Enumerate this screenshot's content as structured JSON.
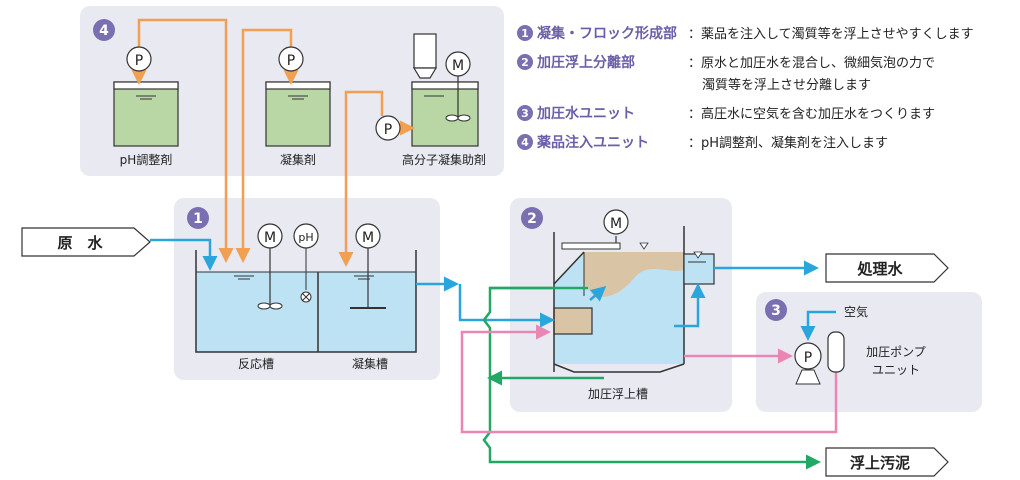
{
  "legend": [
    {
      "num": "1",
      "title": "凝集・フロック形成部",
      "desc_lines": [
        "：薬品を注入して濁質等を浮上させやすくします"
      ]
    },
    {
      "num": "2",
      "title": "加圧浮上分離部",
      "desc_lines": [
        "：原水と加圧水を混合し、微細気泡の力で",
        "濁質等を浮上させ分離します"
      ]
    },
    {
      "num": "3",
      "title": "加圧水ユニット",
      "desc_lines": [
        "：高圧水に空気を含む加圧水をつくります"
      ]
    },
    {
      "num": "4",
      "title": "薬品注入ユニット",
      "desc_lines": [
        "：pH調整剤、凝集剤を注入します"
      ]
    }
  ],
  "sections": {
    "one": "1",
    "two": "2",
    "three": "3",
    "four": "4"
  },
  "chem": {
    "ph": "pH調整剤",
    "coag": "凝集剤",
    "polymer": "高分子凝集助剤"
  },
  "tanks": {
    "reaction": "反応槽",
    "coagulation": "凝集槽",
    "flotation": "加圧浮上槽"
  },
  "devices": {
    "pump": "P",
    "motor": "M",
    "ph_meter": "pH"
  },
  "streams": {
    "raw_water": "原　水",
    "treated_water": "処理水",
    "sludge": "浮上汚泥",
    "air": "空気"
  },
  "unit3": {
    "label_line1": "加圧ポンプ",
    "label_line2": "ユニット"
  },
  "colors": {
    "orange": "#f0a050",
    "blue": "#2aa6dd",
    "pink": "#ea86b4",
    "green": "#22a865",
    "panel": "#e9e9f2",
    "badge": "#7a6fb0",
    "legend_title": "#6a5fa8",
    "water": "#bde2f3",
    "chem": "#b8d7a4",
    "sludge": "#d9c4a6"
  }
}
